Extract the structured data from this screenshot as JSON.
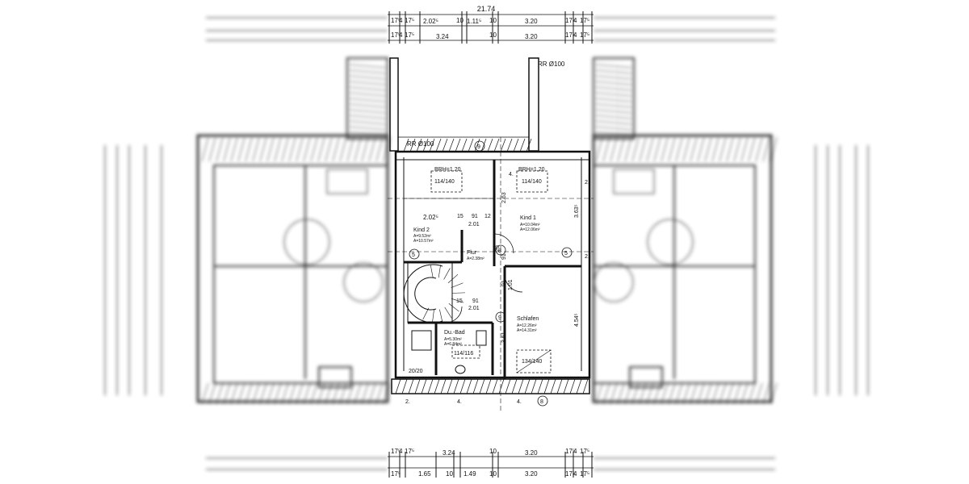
{
  "dimensions": {
    "overall": "21.74",
    "top_row1": [
      "17⁵",
      "4",
      "17⁵",
      "2.02⁵",
      "10",
      "1.11⁵",
      "10",
      "3.20",
      "17⁵",
      "4",
      "17⁵"
    ],
    "top_row2": [
      "17⁵",
      "4",
      "17⁵",
      "3.24",
      "10",
      "3.20",
      "17⁵",
      "4",
      "17⁵"
    ],
    "bottom_row1": [
      "17⁵",
      "4",
      "17⁵",
      "3.24",
      "10",
      "3.20",
      "17⁵",
      "4",
      "17⁵"
    ],
    "bottom_row2": [
      "17⁵",
      "1.65",
      "10",
      "1.49",
      "10",
      "3.20",
      "17⁵",
      "4",
      "17⁵"
    ],
    "inner": [
      "2.02⁵",
      "15",
      "91",
      "12",
      "2.01",
      "91",
      "15",
      "2.01",
      "3.51",
      "2.63",
      "3.63⁵",
      "4.54⁵",
      "1.01",
      "91",
      "91"
    ],
    "roof_left": "RR Ø100",
    "roof_right": "RR Ø100"
  },
  "rooms": [
    {
      "name": "Kind 2",
      "area_a": "A=9.52m²",
      "area_b": "A=10.57m²"
    },
    {
      "name": "Kind 1",
      "area_a": "A=10.04m²",
      "area_b": "A=12.06m²"
    },
    {
      "name": "Flur",
      "area_a": "A=2.38m²"
    },
    {
      "name": "Schlafen",
      "area_a": "A=12.26m²",
      "area_b": "A=14.31m²"
    },
    {
      "name": "Du.-Bad",
      "area_a": "A=5.30m²",
      "area_b": "A=6.84m²"
    }
  ],
  "windows": [
    "BRH=1.20",
    "114/140",
    "BRH=1.20",
    "114/140",
    "114/116",
    "134/140"
  ],
  "stair": "20/20",
  "axes": [
    "4.",
    "4.",
    "2.",
    "2.",
    "5",
    "5",
    "9",
    "9",
    "8",
    "8",
    "4.",
    "2.",
    "20"
  ]
}
